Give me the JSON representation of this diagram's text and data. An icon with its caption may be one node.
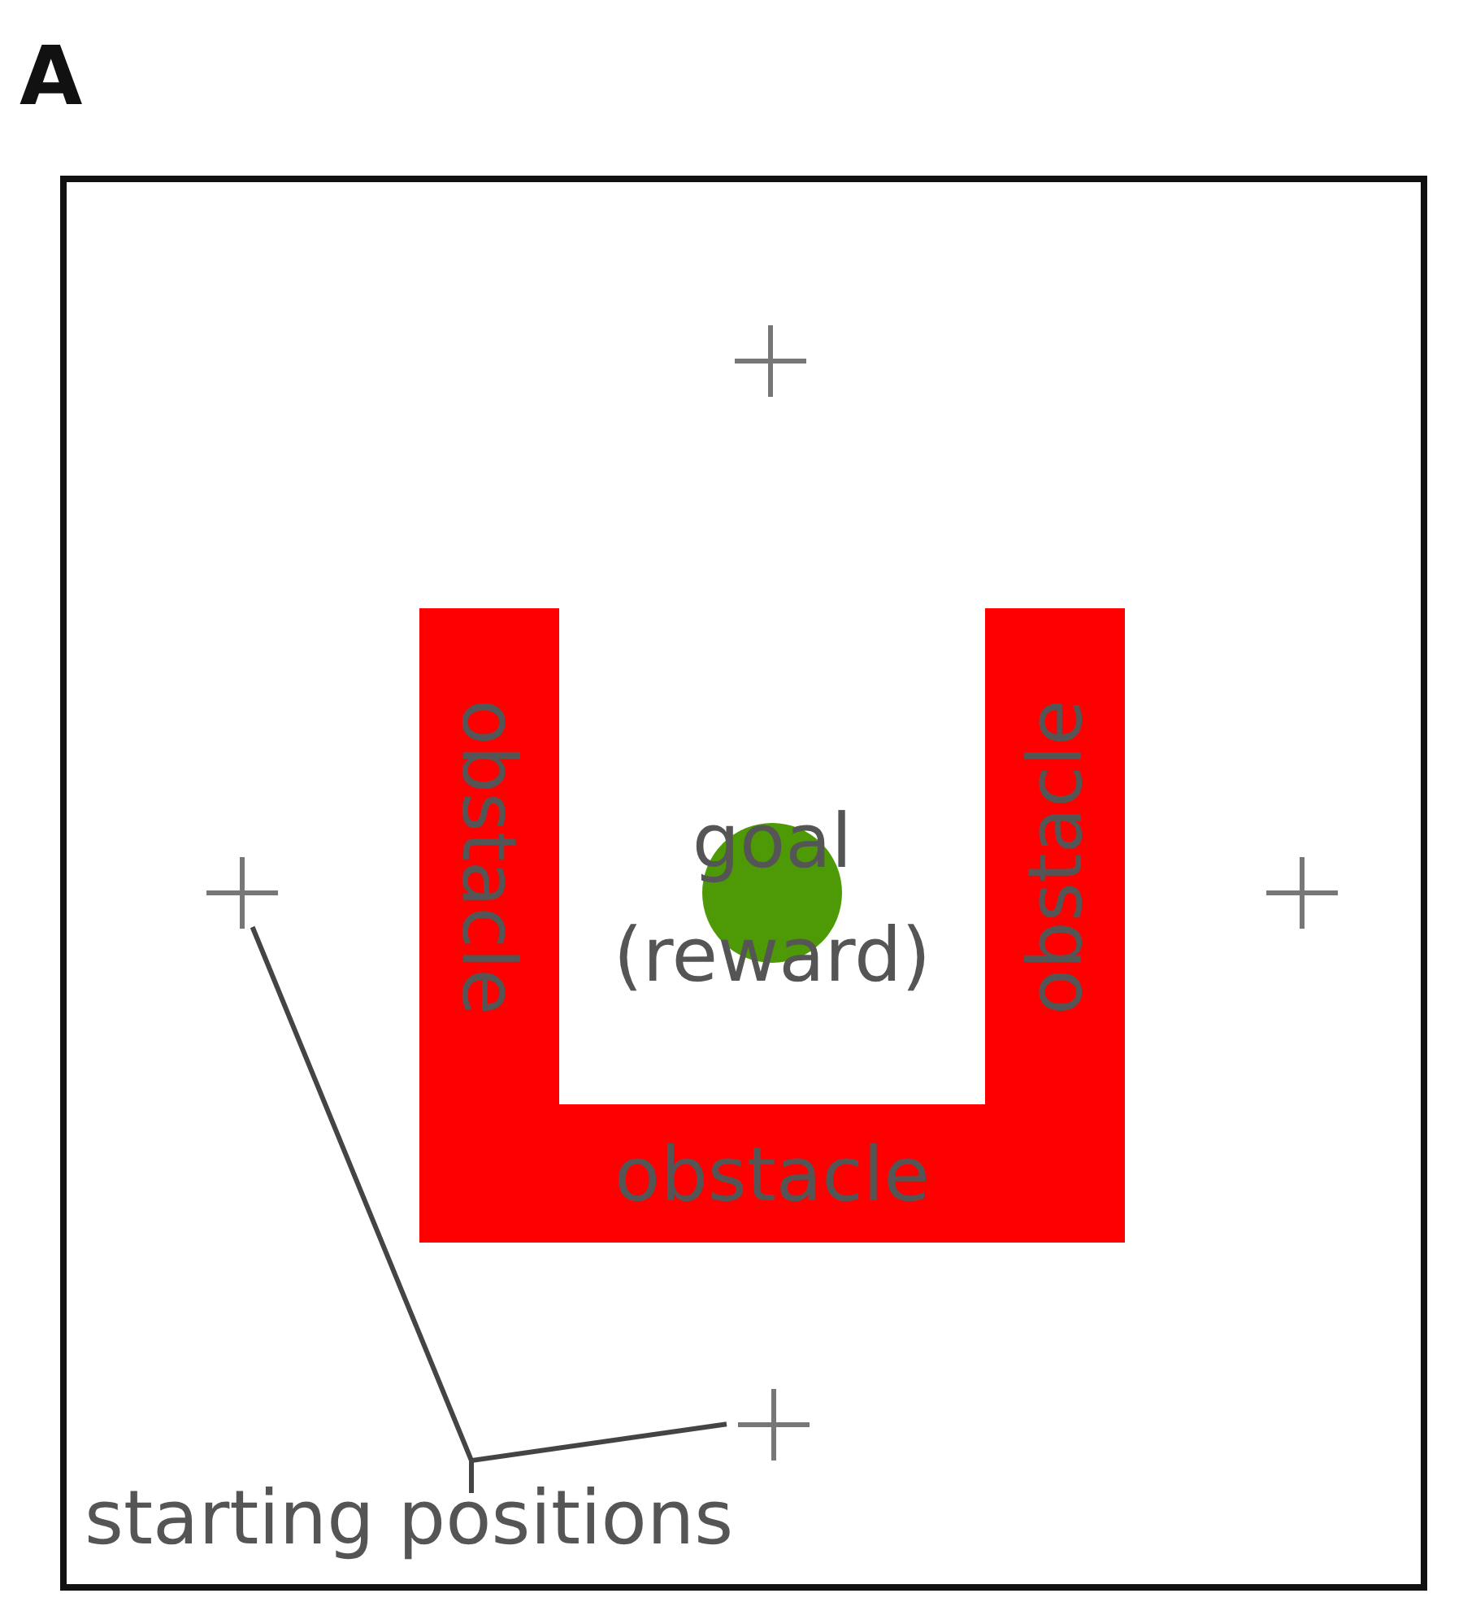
{
  "diagram": {
    "nodes": [
      {
        "text": [],
        "shape": "box"
      },
      {
        "text": [
          "obstacle"
        ],
        "in": 0
      },
      {
        "text": [
          "obstacle"
        ],
        "in": 0
      },
      {
        "text": [
          "obstacle"
        ],
        "in": 0
      },
      {
        "text": [
          "goal (reward)"
        ],
        "in": 0
      },
      {
        "text": [],
        "shape": "cross",
        "in": 0
      },
      {
        "text": [],
        "shape": "cross",
        "in": 0
      },
      {
        "text": [],
        "shape": "cross",
        "in": 0
      },
      {
        "text": [],
        "shape": "cross",
        "in": 0
      },
      {
        "text": [
          "starting positions"
        ],
        "in": 0
      }
    ],
    "edges": [
      {
        "from": 9,
        "to": 6,
        "arrow": "none"
      },
      {
        "from": 9,
        "to": 8,
        "arrow": "none"
      }
    ],
    "labels": [
      "A"
    ]
  }
}
